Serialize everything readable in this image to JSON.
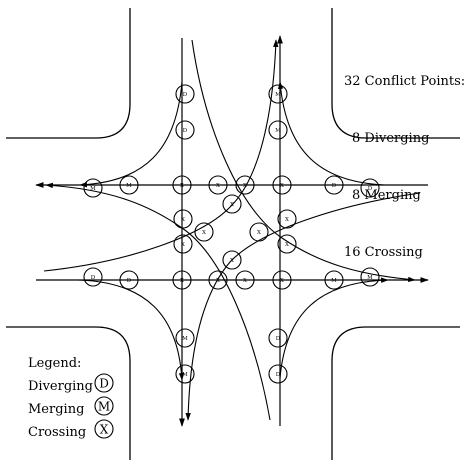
{
  "summary": {
    "total": "32 Conflict Points:",
    "diverging": "8 Diverging",
    "merging": "8 Merging",
    "crossing": "16 Crossing"
  },
  "legend": {
    "title": "Legend:",
    "items": [
      {
        "label": "Diverging",
        "symbol": "D"
      },
      {
        "label": "Merging",
        "symbol": "M"
      },
      {
        "label": "Crossing",
        "symbol": "X"
      }
    ]
  },
  "markers": {
    "diverging": "D",
    "merging": "M",
    "crossing": "X"
  }
}
